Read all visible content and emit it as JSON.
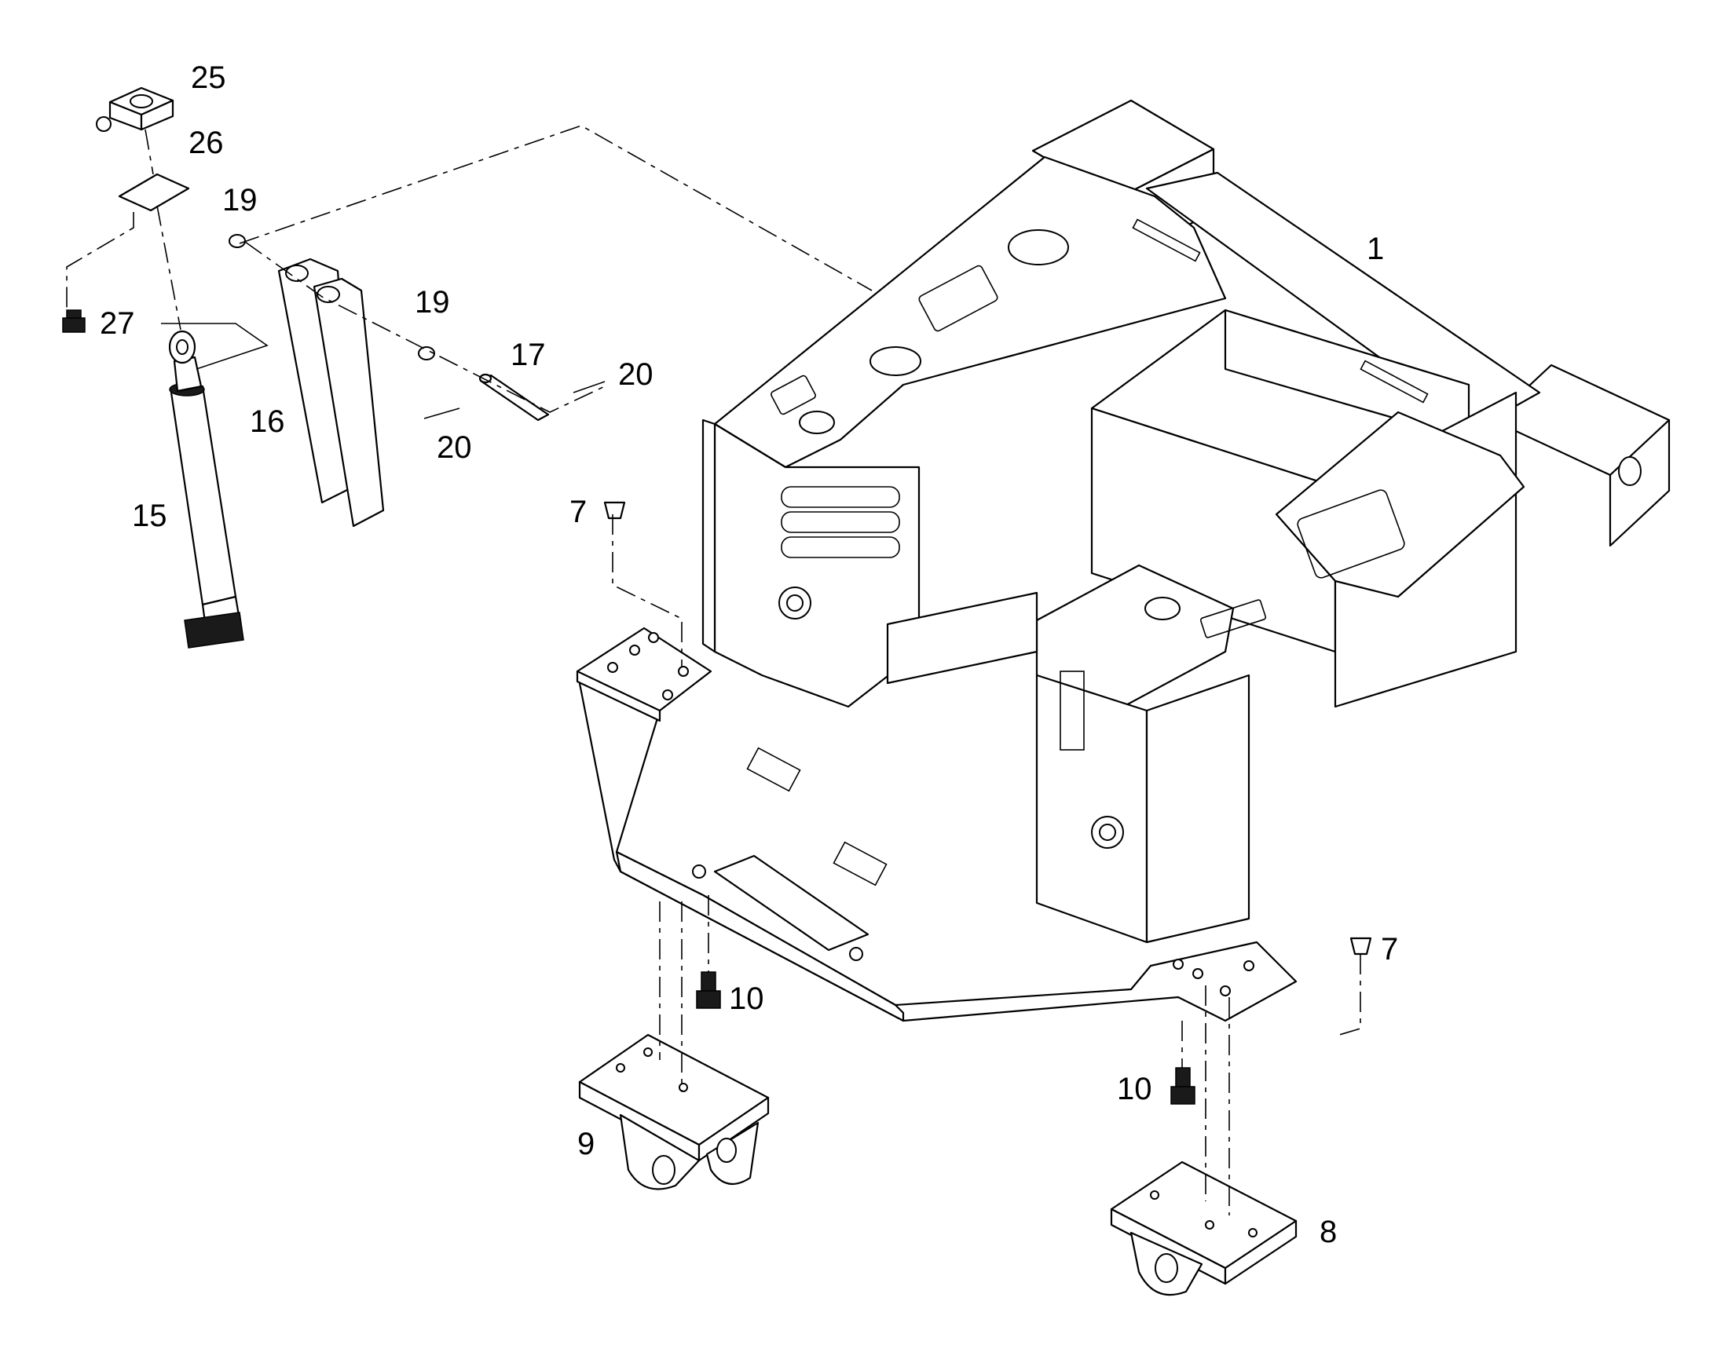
{
  "diagram": {
    "callouts": [
      {
        "id": "c1",
        "label": "1"
      },
      {
        "id": "c7a",
        "label": "7"
      },
      {
        "id": "c7b",
        "label": "7"
      },
      {
        "id": "c8",
        "label": "8"
      },
      {
        "id": "c9",
        "label": "9"
      },
      {
        "id": "c10a",
        "label": "10"
      },
      {
        "id": "c10b",
        "label": "10"
      },
      {
        "id": "c15",
        "label": "15"
      },
      {
        "id": "c16",
        "label": "16"
      },
      {
        "id": "c17",
        "label": "17"
      },
      {
        "id": "c19a",
        "label": "19"
      },
      {
        "id": "c19b",
        "label": "19"
      },
      {
        "id": "c20a",
        "label": "20"
      },
      {
        "id": "c20b",
        "label": "20"
      },
      {
        "id": "c25",
        "label": "25"
      },
      {
        "id": "c26",
        "label": "26"
      },
      {
        "id": "c27",
        "label": "27"
      }
    ]
  }
}
